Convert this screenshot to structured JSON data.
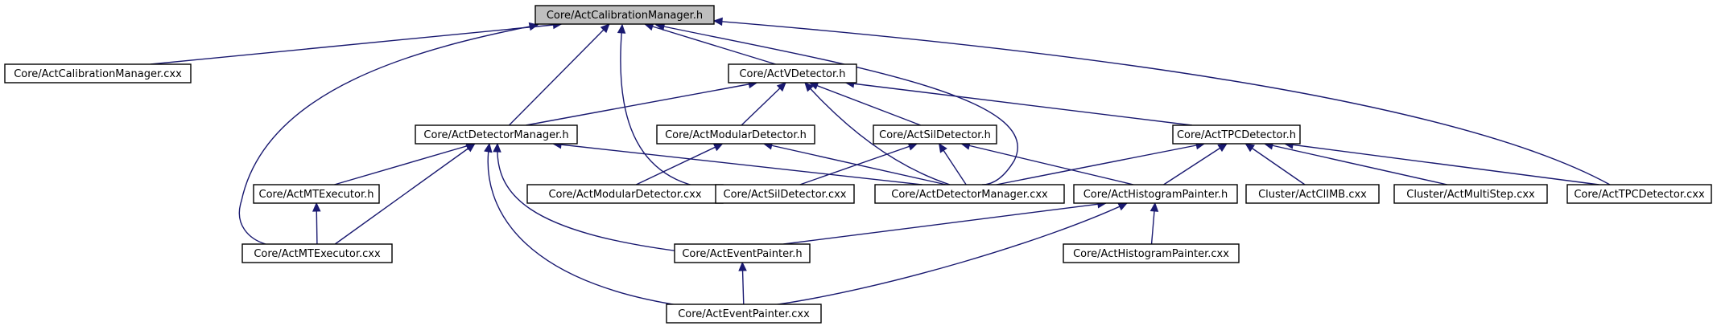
{
  "graph": {
    "nodes": [
      {
        "id": "calib_h",
        "label": "Core/ActCalibrationManager.h",
        "root": true
      },
      {
        "id": "calib_cxx",
        "label": "Core/ActCalibrationManager.cxx"
      },
      {
        "id": "vdet_h",
        "label": "Core/ActVDetector.h"
      },
      {
        "id": "detman_h",
        "label": "Core/ActDetectorManager.h"
      },
      {
        "id": "moddet_h",
        "label": "Core/ActModularDetector.h"
      },
      {
        "id": "sildet_h",
        "label": "Core/ActSilDetector.h"
      },
      {
        "id": "tpcdet_h",
        "label": "Core/ActTPCDetector.h"
      },
      {
        "id": "mtexec_h",
        "label": "Core/ActMTExecutor.h"
      },
      {
        "id": "moddet_cxx",
        "label": "Core/ActModularDetector.cxx"
      },
      {
        "id": "sildet_cxx",
        "label": "Core/ActSilDetector.cxx"
      },
      {
        "id": "detman_cxx",
        "label": "Core/ActDetectorManager.cxx"
      },
      {
        "id": "histpaint_h",
        "label": "Core/ActHistogramPainter.h"
      },
      {
        "id": "climb_cxx",
        "label": "Cluster/ActClIMB.cxx"
      },
      {
        "id": "multistep_cxx",
        "label": "Cluster/ActMultiStep.cxx"
      },
      {
        "id": "tpcdet_cxx",
        "label": "Core/ActTPCDetector.cxx"
      },
      {
        "id": "mtexec_cxx",
        "label": "Core/ActMTExecutor.cxx"
      },
      {
        "id": "evpaint_h",
        "label": "Core/ActEventPainter.h"
      },
      {
        "id": "histpaint_cxx",
        "label": "Core/ActHistogramPainter.cxx"
      },
      {
        "id": "evpaint_cxx",
        "label": "Core/ActEventPainter.cxx"
      }
    ],
    "edges": [
      [
        "calib_h",
        "calib_cxx"
      ],
      [
        "calib_h",
        "vdet_h"
      ],
      [
        "calib_h",
        "detman_h"
      ],
      [
        "calib_h",
        "sildet_cxx"
      ],
      [
        "calib_h",
        "detman_cxx"
      ],
      [
        "calib_h",
        "tpcdet_cxx"
      ],
      [
        "calib_h",
        "mtexec_cxx"
      ],
      [
        "vdet_h",
        "detman_h"
      ],
      [
        "vdet_h",
        "moddet_h"
      ],
      [
        "vdet_h",
        "sildet_h"
      ],
      [
        "vdet_h",
        "tpcdet_h"
      ],
      [
        "vdet_h",
        "detman_cxx"
      ],
      [
        "detman_h",
        "mtexec_h"
      ],
      [
        "detman_h",
        "mtexec_cxx"
      ],
      [
        "detman_h",
        "detman_cxx"
      ],
      [
        "detman_h",
        "evpaint_h"
      ],
      [
        "detman_h",
        "evpaint_cxx"
      ],
      [
        "moddet_h",
        "moddet_cxx"
      ],
      [
        "moddet_h",
        "detman_cxx"
      ],
      [
        "sildet_h",
        "sildet_cxx"
      ],
      [
        "sildet_h",
        "detman_cxx"
      ],
      [
        "sildet_h",
        "histpaint_h"
      ],
      [
        "tpcdet_h",
        "detman_cxx"
      ],
      [
        "tpcdet_h",
        "histpaint_h"
      ],
      [
        "tpcdet_h",
        "climb_cxx"
      ],
      [
        "tpcdet_h",
        "multistep_cxx"
      ],
      [
        "tpcdet_h",
        "tpcdet_cxx"
      ],
      [
        "mtexec_h",
        "mtexec_cxx"
      ],
      [
        "histpaint_h",
        "evpaint_h"
      ],
      [
        "histpaint_h",
        "histpaint_cxx"
      ],
      [
        "histpaint_h",
        "evpaint_cxx"
      ],
      [
        "evpaint_h",
        "evpaint_cxx"
      ]
    ],
    "colors": {
      "edge": "#191970",
      "root_fill": "#bfbfbf",
      "node_fill": "#ffffff",
      "node_border": "#000000"
    }
  }
}
